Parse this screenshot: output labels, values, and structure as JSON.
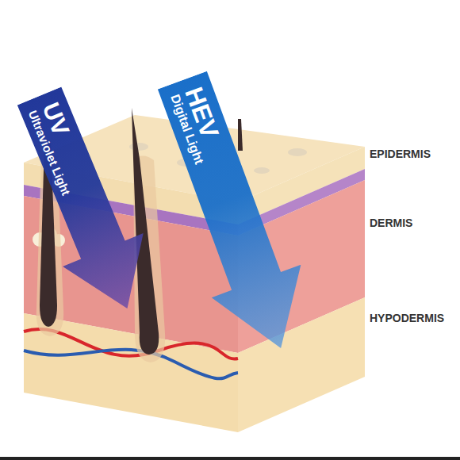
{
  "diagram": {
    "nodes": [
      {
        "text": [
          "UV",
          "Ultraviolet Light"
        ]
      },
      {
        "text": [
          "HEV",
          "Digital Light"
        ]
      }
    ],
    "labels": [
      "EPIDERMIS",
      "DERMIS",
      "HYPODERMIS"
    ]
  }
}
